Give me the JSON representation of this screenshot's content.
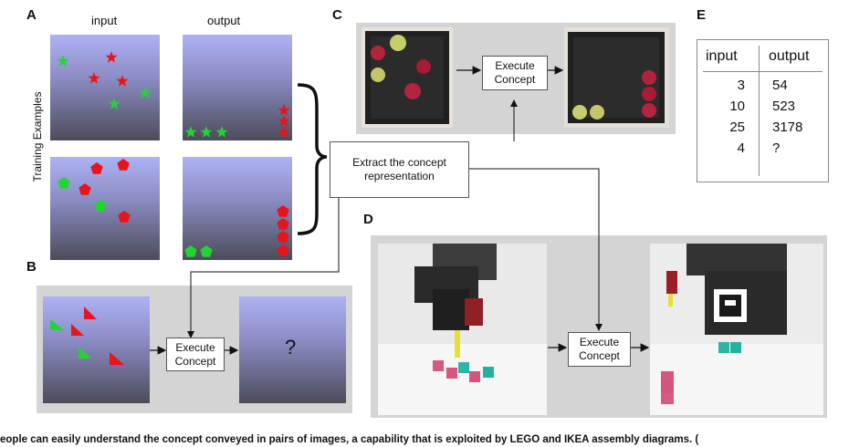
{
  "panels": {
    "A": "A",
    "B": "B",
    "C": "C",
    "D": "D",
    "E": "E"
  },
  "panelA": {
    "input_label": "input",
    "output_label": "output",
    "side_label": "Training Examples"
  },
  "panelB": {
    "execute_label": "Execute\nConcept",
    "question": "?"
  },
  "panelC": {
    "execute_label": "Execute\nConcept"
  },
  "center": {
    "extract_label": "Extract the concept\nrepresentation"
  },
  "panelD": {
    "execute_label": "Execute\nConcept"
  },
  "panelE": {
    "header_input": "input",
    "header_output": "output",
    "rows": [
      {
        "input": "3",
        "output": "54"
      },
      {
        "input": "10",
        "output": "523"
      },
      {
        "input": "25",
        "output": "3178"
      },
      {
        "input": "4",
        "output": "?"
      }
    ]
  },
  "caption": "eople can easily understand the concept conveyed in pairs of images, a capability that is exploited by LEGO and IKEA assembly diagrams. (",
  "colors": {
    "star_red": "#e8141b",
    "star_green": "#22d431",
    "tray": "#1c1c1c"
  }
}
